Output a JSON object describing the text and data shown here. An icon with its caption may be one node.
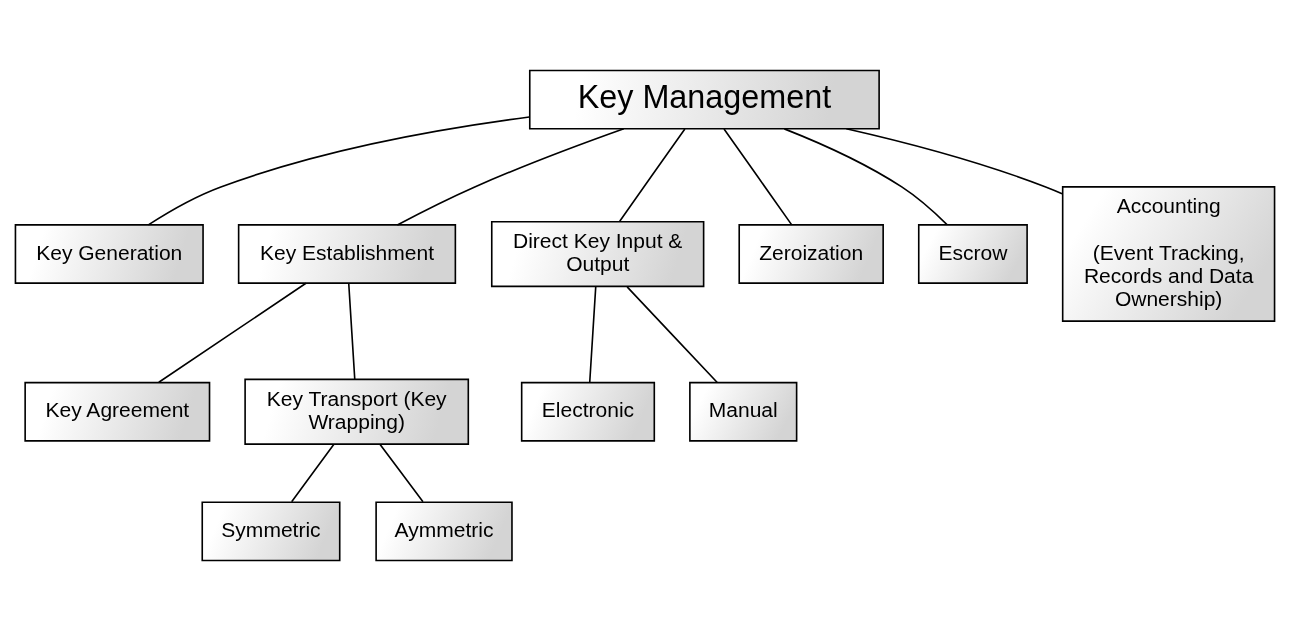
{
  "diagram": {
    "nodes": [
      {
        "text": [
          "Key Management"
        ]
      },
      {
        "text": [
          "Key Generation"
        ]
      },
      {
        "text": [
          "Key Establishment"
        ]
      },
      {
        "text": [
          "Direct Key Input & Output"
        ]
      },
      {
        "text": [
          "Zeroization"
        ]
      },
      {
        "text": [
          "Escrow"
        ]
      },
      {
        "text": [
          "Accounting",
          "(Event Tracking, Records and Data Ownership)"
        ]
      },
      {
        "text": [
          "Key Agreement"
        ]
      },
      {
        "text": [
          "Key Transport (Key Wrapping)"
        ]
      },
      {
        "text": [
          "Electronic"
        ]
      },
      {
        "text": [
          "Manual"
        ]
      },
      {
        "text": [
          "Symmetric"
        ]
      },
      {
        "text": [
          "Aymmetric"
        ]
      }
    ],
    "edges": [
      {
        "from": 0,
        "to": 1,
        "arrow": "none"
      },
      {
        "from": 0,
        "to": 2,
        "arrow": "none"
      },
      {
        "from": 0,
        "to": 3,
        "arrow": "none"
      },
      {
        "from": 0,
        "to": 4,
        "arrow": "none"
      },
      {
        "from": 0,
        "to": 5,
        "arrow": "none"
      },
      {
        "from": 0,
        "to": 6,
        "arrow": "none"
      },
      {
        "from": 2,
        "to": 7,
        "arrow": "none"
      },
      {
        "from": 2,
        "to": 8,
        "arrow": "none"
      },
      {
        "from": 3,
        "to": 9,
        "arrow": "none"
      },
      {
        "from": 3,
        "to": 10,
        "arrow": "none"
      },
      {
        "from": 8,
        "to": 11,
        "arrow": "none"
      },
      {
        "from": 8,
        "to": 12,
        "arrow": "none"
      }
    ]
  }
}
